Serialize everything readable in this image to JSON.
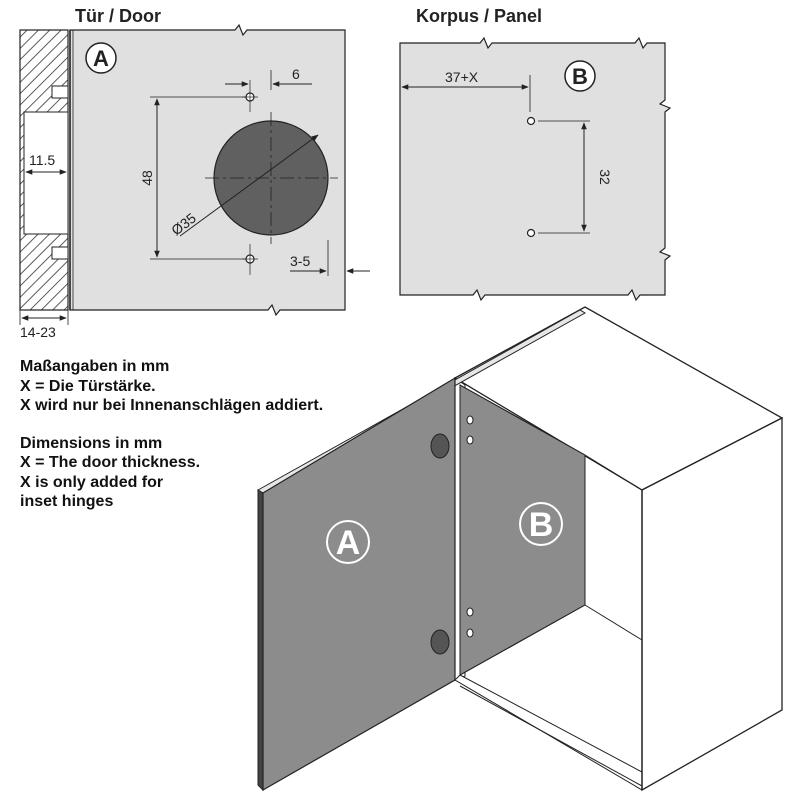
{
  "titles": {
    "door": "Tür / Door",
    "panel": "Korpus / Panel"
  },
  "labels": {
    "a": "A",
    "b": "B"
  },
  "dimensions": {
    "hole_offset": "6",
    "hole_spacing": "48",
    "cup_diameter": "Ø35",
    "edge_distance": "3-5",
    "depth": "11.5",
    "door_thickness": "14-23",
    "panel_offset": "37+X",
    "panel_spacing": "32"
  },
  "notes": {
    "de_line1": "Maßangaben in mm",
    "de_line2": "X = Die Türstärke.",
    "de_line3": "X wird nur bei Innenanschlägen addiert.",
    "en_line1": "Dimensions in mm",
    "en_line2": "X = The door thickness.",
    "en_line3": "X is only added for",
    "en_line4": "inset hinges"
  },
  "colors": {
    "panel_fill": "#e0e0e0",
    "door_grey": "#8c8c8c",
    "cup_fill": "#606060",
    "line": "#222222"
  }
}
